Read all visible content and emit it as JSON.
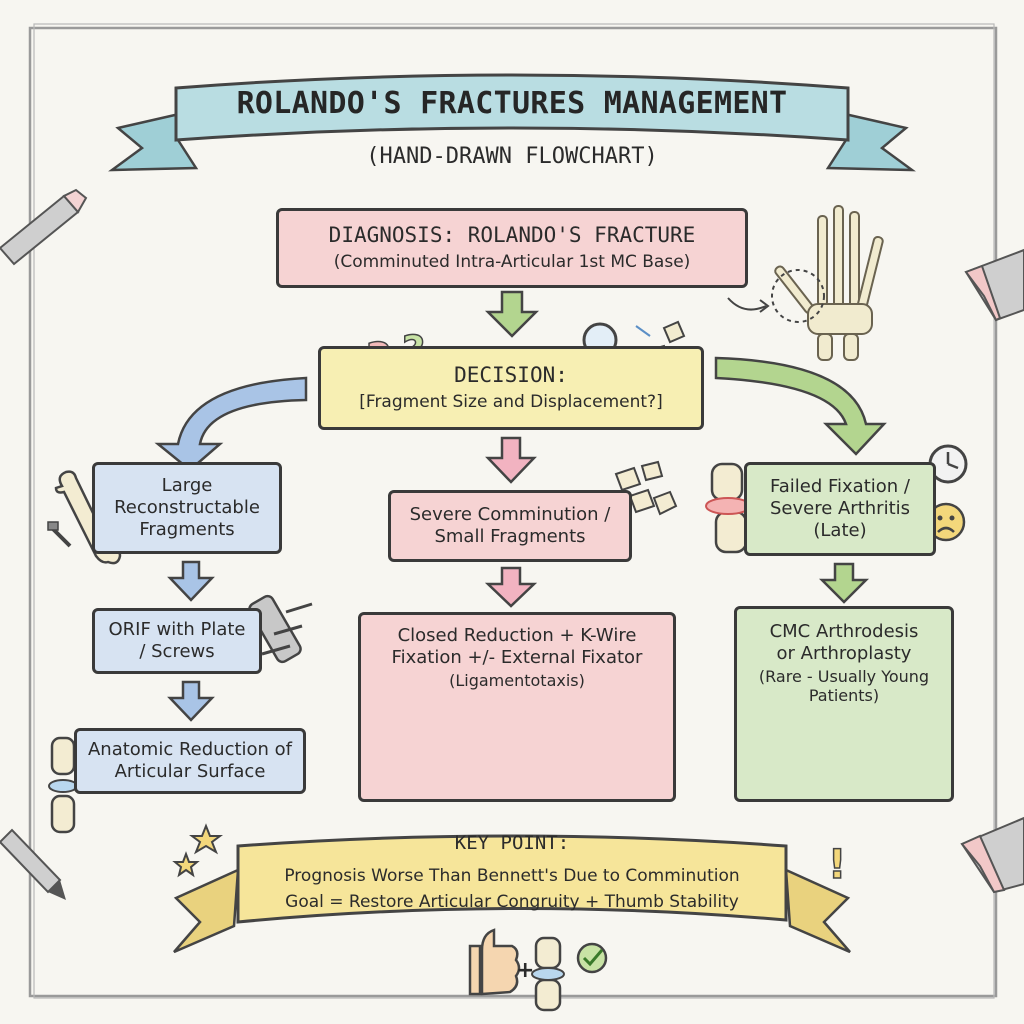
{
  "title": "ROLANDO'S FRACTURES MANAGEMENT",
  "subtitle": "(HAND-DRAWN FLOWCHART)",
  "diagnosis": {
    "line1": "DIAGNOSIS: ROLANDO'S FRACTURE",
    "line2": "(Comminuted Intra-Articular 1st MC Base)"
  },
  "decision": {
    "line1": "DECISION:",
    "line2": "[Fragment Size and Displacement?]"
  },
  "left": {
    "box1": "Large Reconstructable Fragments",
    "box2": "ORIF with Plate / Screws",
    "box3": "Anatomic Reduction of Articular Surface"
  },
  "middle": {
    "box1": "Severe Comminution / Small Fragments",
    "box2_line1": "Closed Reduction + K-Wire",
    "box2_line2": "Fixation +/- External Fixator",
    "box2_line3": "(Ligamentotaxis)"
  },
  "right": {
    "box1": "Failed Fixation / Severe Arthritis (Late)",
    "box2_line1": "CMC Arthrodesis",
    "box2_line2": "or Arthroplasty",
    "box2_line3": "(Rare - Usually Young Patients)"
  },
  "key_point": {
    "heading": "KEY POINT:",
    "line1": "Prognosis Worse Than Bennett's Due to Comminution",
    "line2": "Goal = Restore Articular Congruity + Thumb Stability"
  },
  "footer_plus": "+",
  "colors": {
    "pink": "#f6d3d3",
    "yellow": "#f7efb3",
    "blue": "#d7e3f2",
    "green": "#d8e9c8",
    "ribbon": "#b9dde2",
    "banner": "#f6e59a"
  },
  "icons": [
    "pencil-icon",
    "eraser-icon",
    "hand-skeleton-icon",
    "question-mark-icon",
    "magnifier-icon",
    "bone-icon",
    "screw-icon",
    "plate-icon",
    "fragments-icon",
    "arthritic-joint-icon",
    "clock-icon",
    "frown-face-icon",
    "joint-icon",
    "kwire-hand-icon",
    "external-fixator-icon",
    "arthrodesis-icon",
    "arthroplasty-icon",
    "star-icon",
    "exclamation-icon",
    "thumbs-up-icon",
    "check-icon"
  ]
}
